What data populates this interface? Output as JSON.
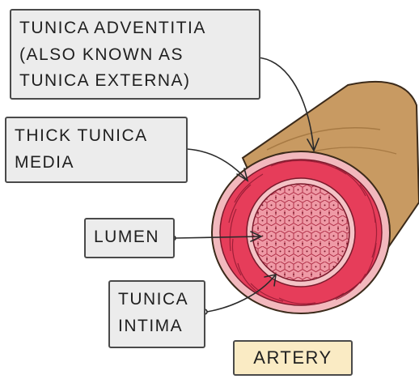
{
  "labels": {
    "adventitia": "TUNICA ADVENTITIA\n(ALSO KNOWN AS\nTUNICA EXTERNA)",
    "media": "THICK TUNICA\nMEDIA",
    "lumen": "LUMEN",
    "intima": "TUNICA\nINTIMA"
  },
  "caption": "ARTERY",
  "colors": {
    "vessel_outer": "#c89a62",
    "adventitia_ring": "#f2b8bd",
    "media": "#e63d5a",
    "intima_ring": "#f4c3c6",
    "lumen_cells": "#ef9aa6",
    "caption_bg": "#faebc4",
    "label_bg": "#ececec"
  }
}
